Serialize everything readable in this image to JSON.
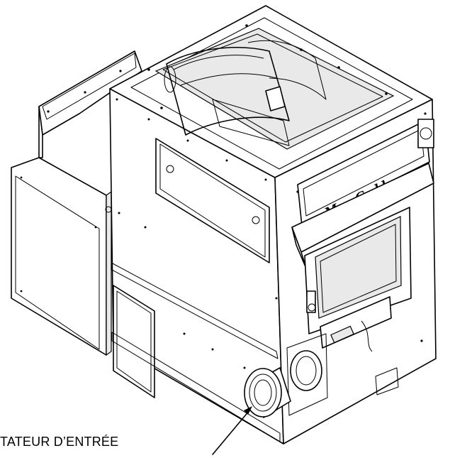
{
  "figure": {
    "callout_label": "TATEUR D’ENTRÉE",
    "brand_logo_text": "Max Caddy",
    "icons": [
      "furnace-illustration",
      "inlet-collar",
      "leader-arrow"
    ]
  }
}
